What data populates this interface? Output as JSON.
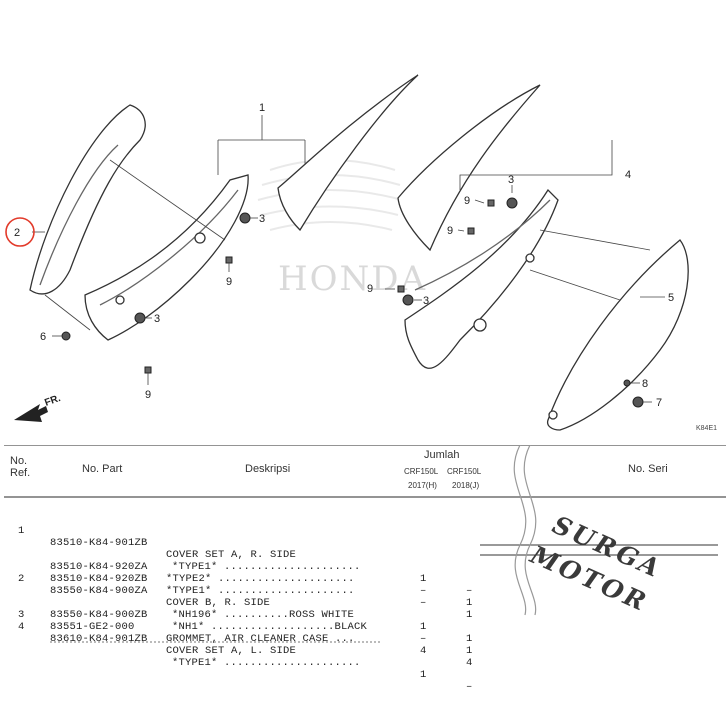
{
  "diagram": {
    "callouts": [
      "1",
      "2",
      "3",
      "3",
      "3",
      "3",
      "4",
      "5",
      "6",
      "7",
      "8",
      "9",
      "9",
      "9",
      "9",
      "9"
    ],
    "direction_label": "FR.",
    "figure_code": "K84E1",
    "brand_watermark": "HONDA"
  },
  "table": {
    "headers": {
      "no_ref": "No.\nRef.",
      "no_part": "No. Part",
      "deskripsi": "Deskripsi",
      "jumlah": "Jumlah",
      "model_a": "CRF150L",
      "model_b": "CRF150L",
      "year_a": "2017(H)",
      "year_b": "2018(J)",
      "no_seri": "No. Seri"
    },
    "rows": [
      {
        "ref": "1",
        "part": "83510-K84-901ZB",
        "desc": "COVER SET A, R. SIDE",
        "q1": "",
        "q2": ""
      },
      {
        "ref": "",
        "part": "",
        "desc": "*TYPE1* .....................",
        "q1": "1",
        "q2": "–"
      },
      {
        "ref": "",
        "part": "83510-K84-920ZA",
        "desc": "*TYPE2* .....................",
        "q1": "–",
        "q2": "1"
      },
      {
        "ref": "",
        "part": "83510-K84-920ZB",
        "desc": "*TYPE1* .....................",
        "q1": "–",
        "q2": "1"
      },
      {
        "ref": "2",
        "part": "83550-K84-900ZA",
        "desc": "COVER B, R. SIDE",
        "q1": "",
        "q2": ""
      },
      {
        "ref": "",
        "part": "",
        "desc": "*NH196* ..........ROSS WHITE",
        "q1": "1",
        "q2": "1"
      },
      {
        "ref": "",
        "part": "83550-K84-900ZB",
        "desc": "*NH1* ...................BLACK",
        "q1": "–",
        "q2": "1"
      },
      {
        "ref": "3",
        "part": "83551-GE2-000",
        "desc": "GROMMET, AIR CLEANER CASE ...",
        "q1": "4",
        "q2": "4"
      },
      {
        "ref": "4",
        "part": "83610-K84-901ZB",
        "desc": "COVER SET A, L. SIDE",
        "q1": "",
        "q2": ""
      },
      {
        "ref": "",
        "part": "",
        "desc": "*TYPE1* .....................",
        "q1": "1",
        "q2": "–"
      }
    ]
  },
  "watermark": {
    "line1": "SURGA",
    "line2": "MOTOR"
  }
}
